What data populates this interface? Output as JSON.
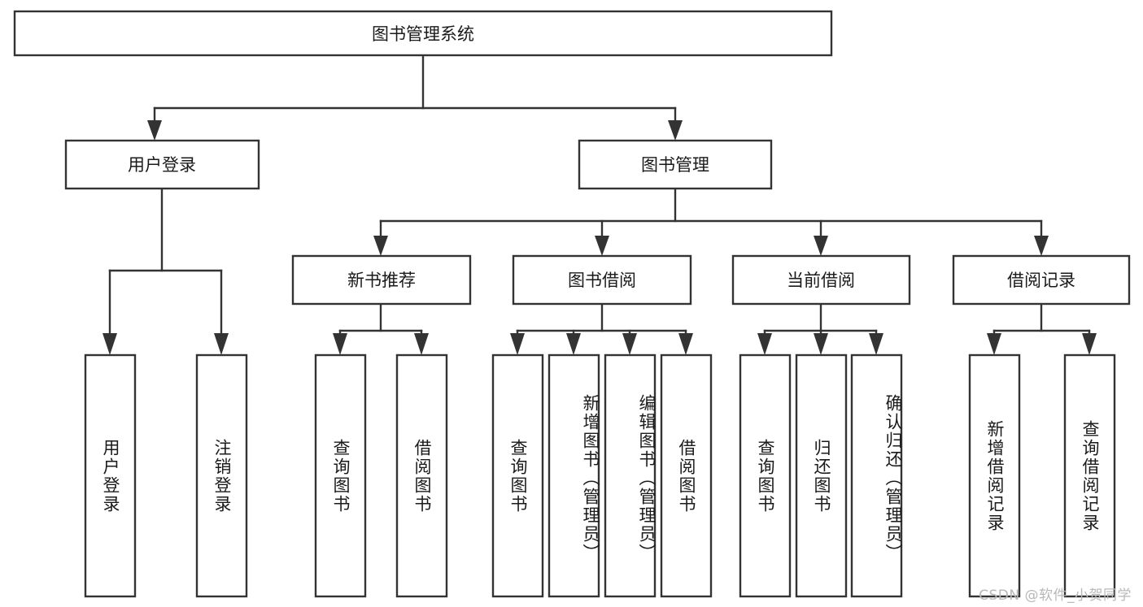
{
  "diagram": {
    "title_node": {
      "label": "图书管理系统"
    },
    "level2": [
      {
        "id": "user-login",
        "label": "用户登录"
      },
      {
        "id": "book-management",
        "label": "图书管理"
      }
    ],
    "level3": [
      {
        "id": "new-book-recommend",
        "label": "新书推荐"
      },
      {
        "id": "book-borrow",
        "label": "图书借阅"
      },
      {
        "id": "current-borrow",
        "label": "当前借阅"
      },
      {
        "id": "borrow-record",
        "label": "借阅记录"
      }
    ],
    "leaves": [
      {
        "id": "leaf-user-login",
        "label": "用户登录",
        "parent": "user-login"
      },
      {
        "id": "leaf-logout-login",
        "label": "注销登录",
        "parent": "user-login"
      },
      {
        "id": "leaf-query-book-1",
        "label": "查询图书",
        "parent": "new-book-recommend"
      },
      {
        "id": "leaf-borrow-book-1",
        "label": "借阅图书",
        "parent": "new-book-recommend"
      },
      {
        "id": "leaf-query-book-2",
        "label": "查询图书",
        "parent": "book-borrow"
      },
      {
        "id": "leaf-add-book",
        "label": "新增图书（管理员）",
        "parent": "book-borrow"
      },
      {
        "id": "leaf-edit-book",
        "label": "编辑图书（管理员）",
        "parent": "book-borrow"
      },
      {
        "id": "leaf-borrow-book-2",
        "label": "借阅图书",
        "parent": "book-borrow"
      },
      {
        "id": "leaf-query-book-3",
        "label": "查询图书",
        "parent": "current-borrow"
      },
      {
        "id": "leaf-return-book",
        "label": "归还图书",
        "parent": "current-borrow"
      },
      {
        "id": "leaf-confirm-return",
        "label": "确认归还（管理员）",
        "parent": "current-borrow"
      },
      {
        "id": "leaf-add-record",
        "label": "新增借阅记录",
        "parent": "borrow-record"
      },
      {
        "id": "leaf-query-record",
        "label": "查询借阅记录",
        "parent": "borrow-record"
      }
    ]
  },
  "watermark": {
    "text": "CSDN @软件_小贺同学"
  },
  "colors": {
    "stroke": "#333333",
    "box_fill": "#ffffff",
    "text": "#1a1a1a",
    "watermark": "#b8b8b8"
  }
}
